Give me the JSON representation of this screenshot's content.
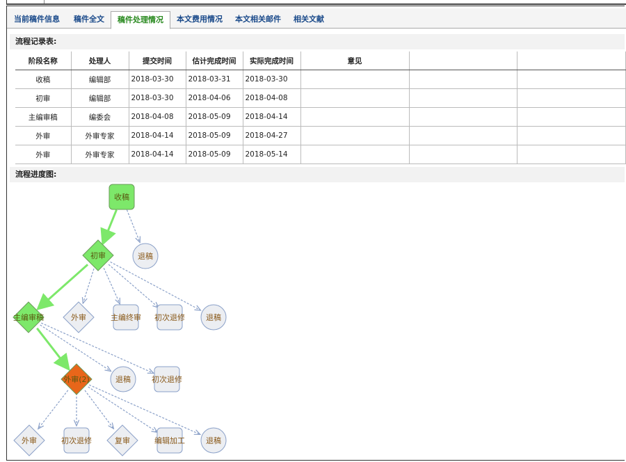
{
  "tabs": [
    "当前稿件信息",
    "稿件全文",
    "稿件处理情况",
    "本文费用情况",
    "本文相关邮件",
    "相关文献"
  ],
  "active_tab": "稿件处理情况",
  "record_title": "流程记录表:",
  "table": {
    "headers": [
      "阶段名称",
      "处理人",
      "提交时间",
      "估计完成时间",
      "实际完成时间",
      "意见",
      "",
      ""
    ],
    "rows": [
      [
        "收稿",
        "编辑部",
        "2018-03-30",
        "2018-03-31",
        "2018-03-30"
      ],
      [
        "初审",
        "编辑部",
        "2018-03-30",
        "2018-04-06",
        "2018-04-08"
      ],
      [
        "主编审稿",
        "编委会",
        "2018-04-08",
        "2018-05-09",
        "2018-04-14"
      ],
      [
        "外审",
        "外审专家",
        "2018-04-14",
        "2018-05-09",
        "2018-04-27"
      ],
      [
        "外审",
        "外审专家",
        "2018-04-14",
        "2018-05-09",
        "2018-05-14"
      ]
    ]
  },
  "graph_title": "流程进度图:",
  "nodes": {
    "n1": "收稿",
    "n2": "退稿",
    "n3": "初审",
    "n4": "主编审稿",
    "n5": "外审",
    "n6": "主编终审",
    "n7": "初次退修",
    "n8": "退稿",
    "n9": "外审(2)",
    "n10": "退稿",
    "n11": "初次退修",
    "n12": "外审",
    "n13": "初次退修",
    "n14": "复审",
    "n15": "编辑加工",
    "n16": "退稿"
  },
  "colors": {
    "done": "#7de86a",
    "current": "#e8661a",
    "pending": "#eceef2",
    "edge": "#8aa0c8"
  }
}
